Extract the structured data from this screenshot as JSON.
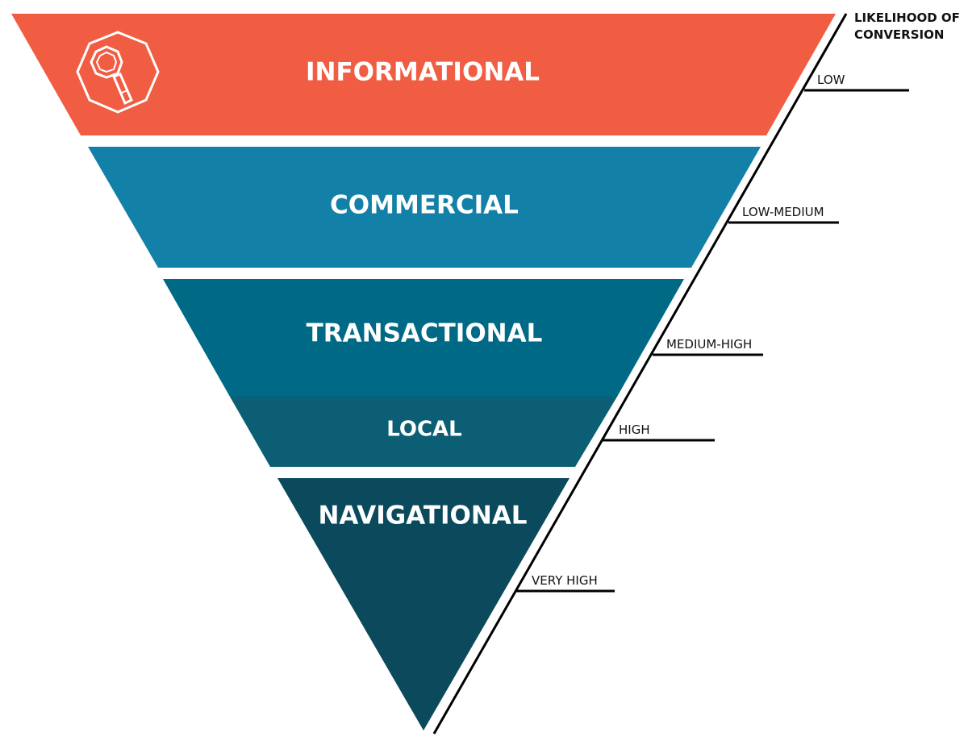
{
  "levels": [
    {
      "name": "INFORMATIONAL",
      "color": "#F15D42"
    },
    {
      "name": "COMMERCIAL",
      "color": "#1380A8"
    },
    {
      "name": "TRANSACTIONAL",
      "color": "#006985"
    },
    {
      "name": "LOCAL",
      "color": "#0B5E73"
    },
    {
      "name": "NAVIGATIONAL",
      "color": "#0A4A5C"
    }
  ],
  "axis": {
    "title_line1": "LIKELIHOOD OF",
    "title_line2": "CONVERSION",
    "ticks": [
      "LOW",
      "LOW-MEDIUM",
      "MEDIUM-HIGH",
      "HIGH",
      "VERY HIGH"
    ]
  },
  "icon": "search-icon"
}
